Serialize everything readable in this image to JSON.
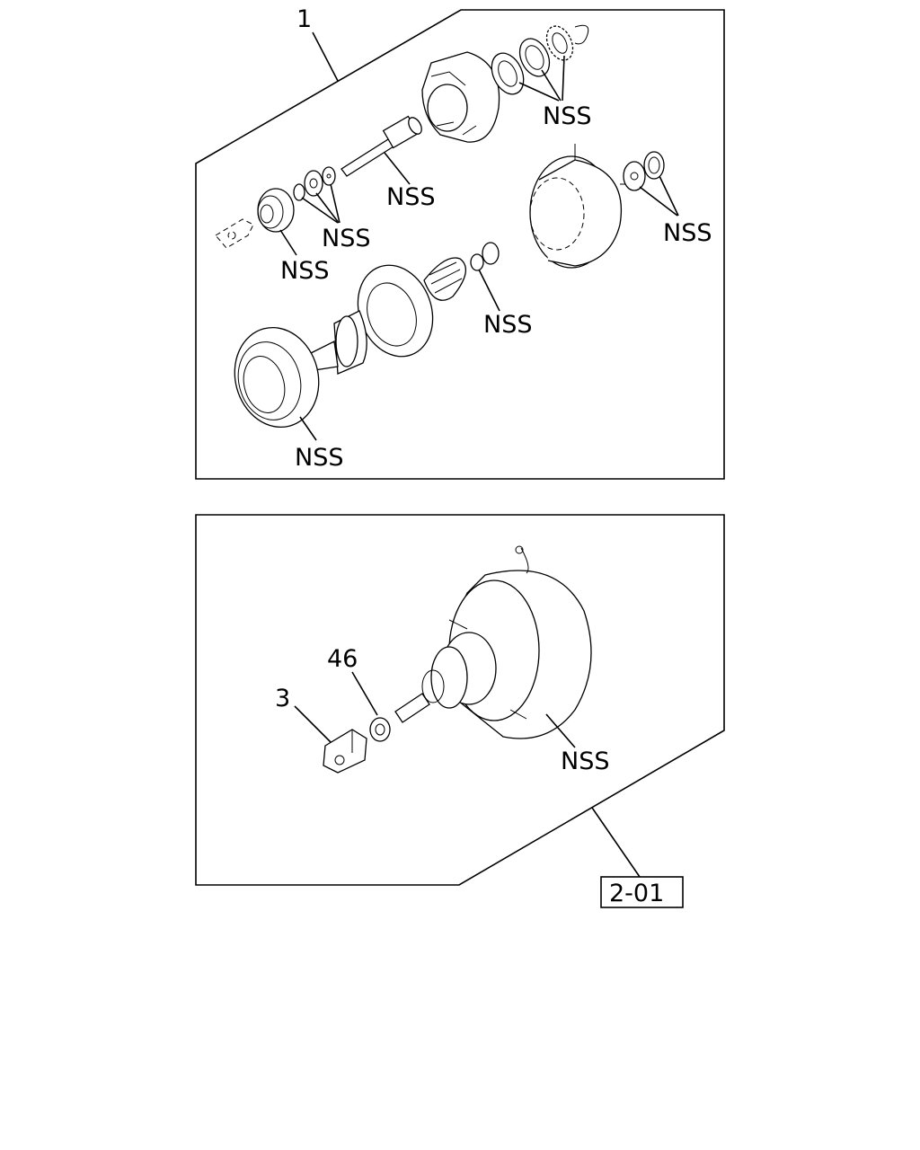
{
  "labels": {
    "top_assembly_callout": "1",
    "nss_upper_rings": "NSS",
    "nss_shaft_seal": "NSS",
    "nss_washers": "NSS",
    "nss_bearing_left": "NSS",
    "nss_cover_rings": "NSS",
    "nss_piston_seal": "NSS",
    "nss_big_bearing": "NSS",
    "bracket_callout": "3",
    "nut_callout": "46",
    "nss_booster": "NSS",
    "page_reference": "2-01"
  }
}
